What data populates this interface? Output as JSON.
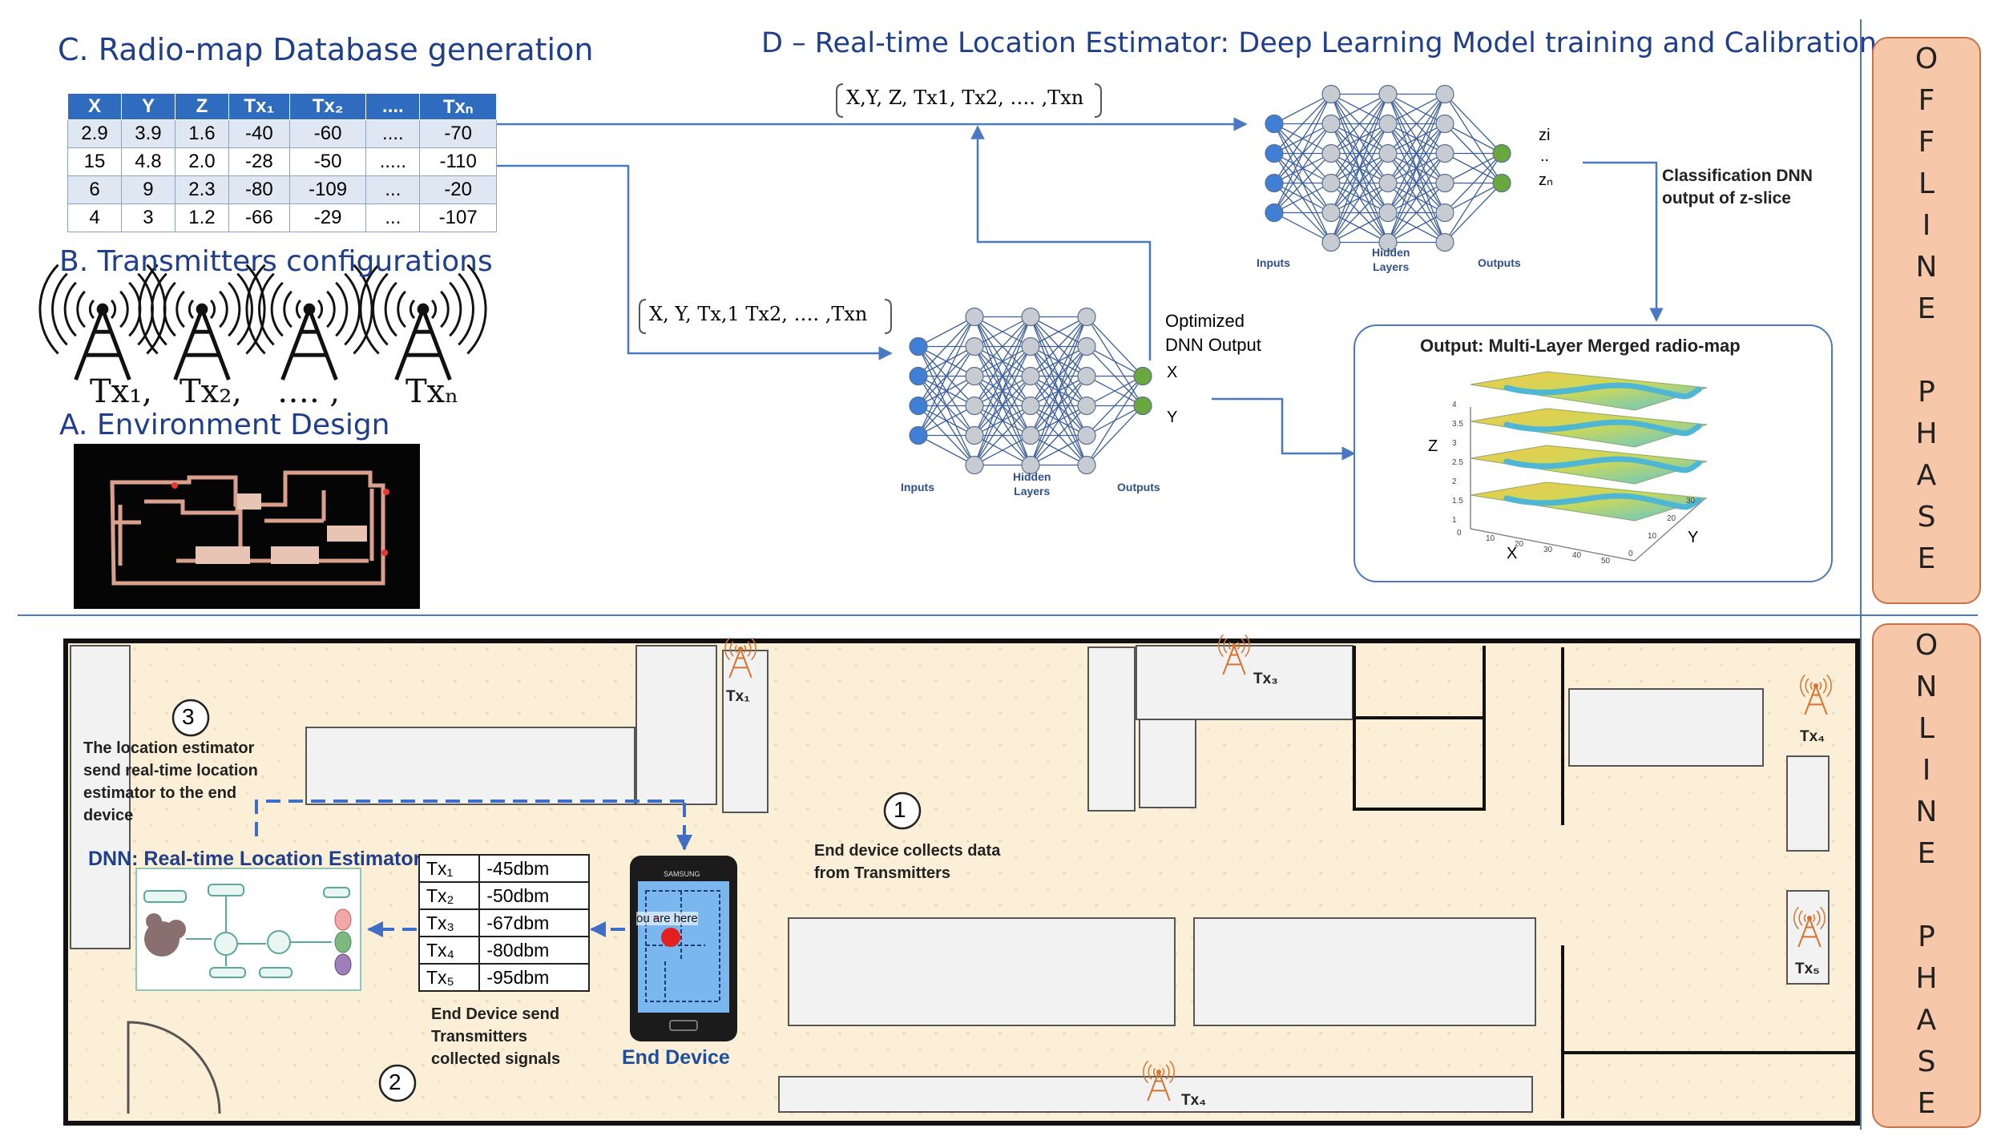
{
  "sections": {
    "radio_map": "C. Radio-map Database generation",
    "estimator": "D – Real-time Location Estimator: Deep Learning Model training and Calibration",
    "transmitters": "B. Transmitters configurations",
    "environment": "A. Environment Design"
  },
  "radio_table": {
    "headers": [
      "X",
      "Y",
      "Z",
      "Tx₁",
      "Tx₂",
      "....",
      "Txₙ"
    ],
    "rows": [
      [
        "2.9",
        "3.9",
        "1.6",
        "-40",
        "-60",
        "....",
        "-70"
      ],
      [
        "15",
        "4.8",
        "2.0",
        "-28",
        "-50",
        ".....",
        "-110"
      ],
      [
        "6",
        "9",
        "2.3",
        "-80",
        "-109",
        "...",
        "-20"
      ],
      [
        "4",
        "3",
        "1.2",
        "-66",
        "-29",
        "...",
        "-107"
      ]
    ]
  },
  "transmitter_labels": [
    "Tx₁,",
    "Tx₂,",
    "…. ,",
    "Txₙ"
  ],
  "input_vectors": {
    "classification": "X,Y, Z, Tx1, Tx2, …. ,Txn",
    "regression": "X, Y, Tx,1 Tx2, …. ,Txn"
  },
  "nn_labels": {
    "inputs": "Inputs",
    "hidden_line1": "Hidden",
    "hidden_line2": "Layers",
    "outputs": "Outputs",
    "zi": "zi",
    "dots": "..",
    "zn": "zₙ",
    "x": "X",
    "y": "Y"
  },
  "annotations": {
    "classification_line1": "Classification DNN",
    "classification_line2": "output  of z-slice",
    "optimized_line1": "Optimized",
    "optimized_line2": "DNN Output"
  },
  "output_map": {
    "title": "Output: Multi-Layer Merged radio-map",
    "axis_z": "Z",
    "axis_x": "X",
    "axis_y": "Y",
    "z_ticks": [
      "4",
      "3.5",
      "3",
      "2.5",
      "2",
      "1.5",
      "1"
    ],
    "x_ticks": [
      "0",
      "10",
      "20",
      "30",
      "40",
      "50"
    ],
    "y_ticks": [
      "0",
      "10",
      "20",
      "30"
    ]
  },
  "phases": {
    "offline": [
      "O",
      "F",
      "F",
      "L",
      "I",
      "N",
      "E",
      "",
      "P",
      "H",
      "A",
      "S",
      "E"
    ],
    "online": [
      "O",
      "N",
      "L",
      "I",
      "N",
      "E",
      "",
      "P",
      "H",
      "A",
      "S",
      "E"
    ]
  },
  "online": {
    "step1_num": "1",
    "step1_line1": "End device collects data",
    "step1_line2": "from Transmitters",
    "step2_num": "2",
    "step2_line1": "End Device send",
    "step2_line2": "Transmitters",
    "step2_line3": "collected signals",
    "step3_num": "3",
    "step3_line1": "The location estimator",
    "step3_line2": "send real-time location",
    "step3_line3": "estimator to the end",
    "step3_line4": "device",
    "dnn_label": "DNN: Real-time Location Estimator",
    "end_device": "End Device",
    "phone_brand": "SAMSUNG",
    "phone_text": "ou are here",
    "signals": [
      {
        "tx": "Tx₁",
        "value": "-45dbm"
      },
      {
        "tx": "Tx₂",
        "value": "-50dbm"
      },
      {
        "tx": "Tx₃",
        "value": "-67dbm"
      },
      {
        "tx": "Tx₄",
        "value": "-80dbm"
      },
      {
        "tx": "Tx₅",
        "value": "-95dbm"
      }
    ],
    "floor_tx": [
      "Tx₁",
      "Tx₃",
      "Tx₄",
      "Tx₅",
      "Tx₄"
    ]
  },
  "colors": {
    "title_blue": "#1f3f8c",
    "arrow_blue": "#4a78c2",
    "node_blue": "#3f7fd6",
    "node_grey": "#c7ccd3",
    "node_green": "#6aa83f",
    "phase_fill": "#f6c7a9",
    "floor": "#fbefd8",
    "tower_orange": "#d9722e"
  }
}
